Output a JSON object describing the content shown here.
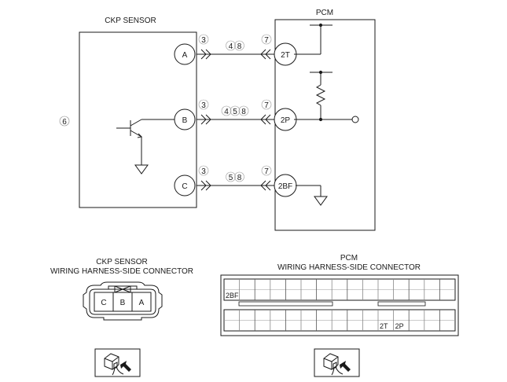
{
  "schematic": {
    "ckp_sensor_title": "CKP SENSOR",
    "pcm_title": "PCM",
    "side_callout": "6",
    "sensor_pins": [
      "A",
      "B",
      "C"
    ],
    "pcm_pins": [
      "2T",
      "2P",
      "2BF"
    ],
    "wires": [
      {
        "from": "A",
        "to": "2T",
        "left_callout": "3",
        "mid_callouts": [
          "4",
          "8"
        ],
        "right_callout": "7"
      },
      {
        "from": "B",
        "to": "2P",
        "left_callout": "3",
        "mid_callouts": [
          "4",
          "5",
          "8"
        ],
        "right_callout": "7"
      },
      {
        "from": "C",
        "to": "2BF",
        "left_callout": "3",
        "mid_callouts": [
          "5",
          "8"
        ],
        "right_callout": "7"
      }
    ]
  },
  "connectors": {
    "ckp": {
      "title_line1": "CKP SENSOR",
      "title_line2": "WIRING HARNESS-SIDE CONNECTOR",
      "terminals": [
        "C",
        "B",
        "A"
      ]
    },
    "pcm": {
      "title_line1": "PCM",
      "title_line2": "WIRING HARNESS-SIDE CONNECTOR",
      "columns": 15,
      "labels": [
        {
          "row": "upper",
          "col": 0,
          "text": "2BF"
        },
        {
          "row": "lower",
          "col": 10,
          "text": "2T"
        },
        {
          "row": "lower",
          "col": 11,
          "text": "2P"
        }
      ]
    }
  },
  "icons": {
    "ckp_view": "harness-side-view-icon",
    "pcm_view": "harness-side-view-icon"
  }
}
